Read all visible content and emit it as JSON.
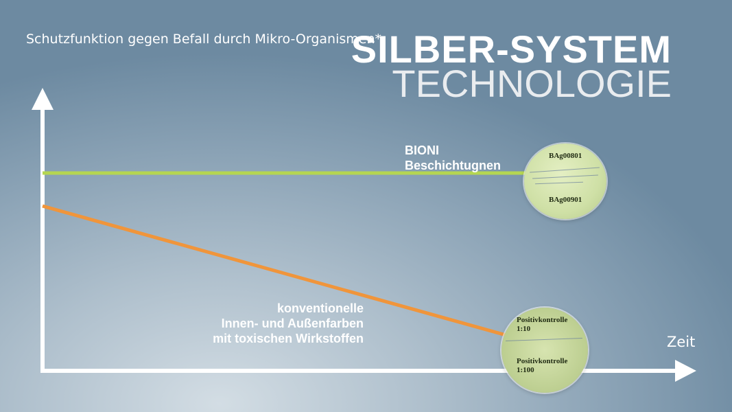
{
  "title": {
    "line1": "SILBER-SYSTEM",
    "line2": "TECHNOLOGIE"
  },
  "chart_data": {
    "type": "line",
    "ylabel": "Schutzfunktion gegen Befall durch Mikro-Organismen*",
    "xlabel": "Zeit",
    "ylim": [
      0,
      1
    ],
    "xlim": [
      0,
      1
    ],
    "grid": false,
    "series": [
      {
        "name": "BIONI Beschichtugnen",
        "name_lines": [
          "BIONI",
          "Beschichtugnen"
        ],
        "color": "#b5d651",
        "x": [
          0,
          0.8
        ],
        "y": [
          0.72,
          0.72
        ]
      },
      {
        "name": "konventionelle Innen- und Außenfarben mit toxischen Wirkstoffen",
        "name_lines": [
          "konventionelle",
          "Innen- und Außenfarben",
          "mit toxischen Wirkstoffen"
        ],
        "color": "#f0953b",
        "x": [
          0,
          0.72
        ],
        "y": [
          0.6,
          0.13
        ]
      }
    ],
    "axis_color": "#ffffff"
  },
  "dishes": {
    "top": {
      "label_top": "BAg00801",
      "label_bottom": "BAg00901"
    },
    "bottom": {
      "label_top": "Positivkontrolle 1:10",
      "label_bottom": "Positivkontrolle 1:100",
      "label_top_lines": [
        "Positivkontrolle",
        "1:10"
      ],
      "label_bottom_lines": [
        "Positivkontrolle",
        "1:100"
      ]
    }
  }
}
